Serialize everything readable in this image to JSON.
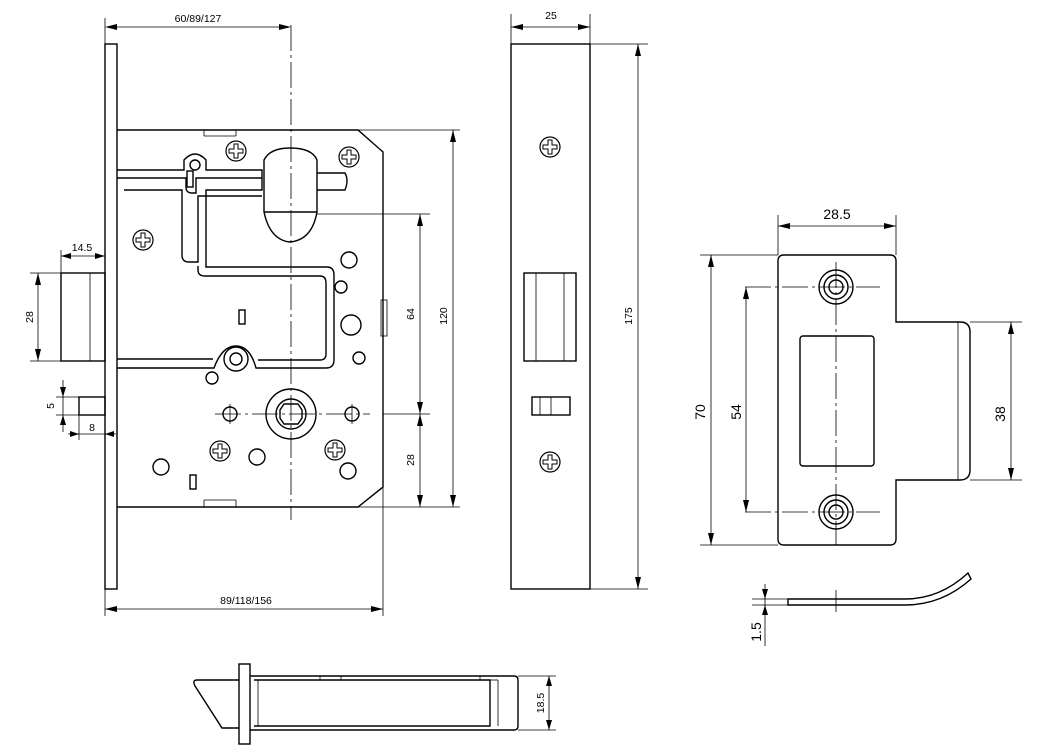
{
  "dimensions": {
    "backset": "60/89/127",
    "faceplate_width": "25",
    "body_depth": "89/118/156",
    "latch_projection": "14.5",
    "latch_height": "28",
    "deadbolt_height": "5",
    "deadbolt_projection": "8",
    "upper_distance": "64",
    "body_height": "120",
    "lower_distance": "28",
    "faceplate_height": "175",
    "strike_width": "28.5",
    "strike_height": "70",
    "strike_hole_spacing": "54",
    "strike_lip_height": "38",
    "strike_thickness": "1.5",
    "lock_thickness": "18.5"
  }
}
